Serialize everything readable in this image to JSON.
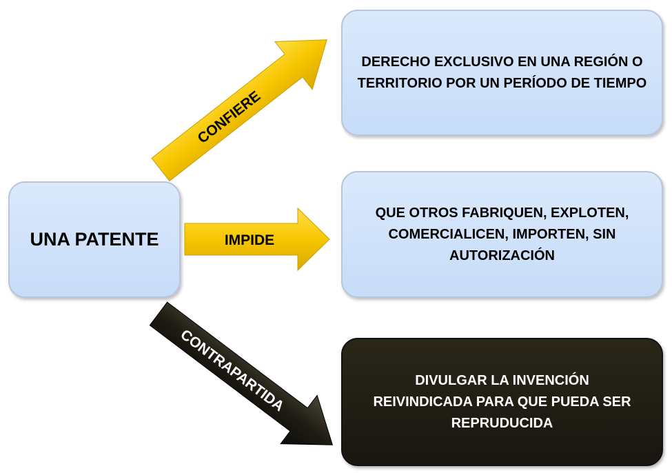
{
  "center": {
    "label": "UNA PATENTE"
  },
  "arrows": [
    {
      "label": "CONFIERE",
      "color": "#f7c600"
    },
    {
      "label": "IMPIDE",
      "color": "#f7c600"
    },
    {
      "label": "CONTRAPARTIDA",
      "color": "#1f1c14"
    }
  ],
  "boxes": [
    {
      "text": "DERECHO EXCLUSIVO EN UNA REGIÓN O TERRITORIO POR UN PERÍODO DE TIEMPO"
    },
    {
      "text": "QUE OTROS FABRIQUEN, EXPLOTEN, COMERCIALICEN, IMPORTEN, SIN AUTORIZACIÓN"
    },
    {
      "text": "DIVULGAR LA INVENCIÓN REIVINDICADA PARA QUE PUEDA SER REPRUDUCIDA"
    }
  ]
}
